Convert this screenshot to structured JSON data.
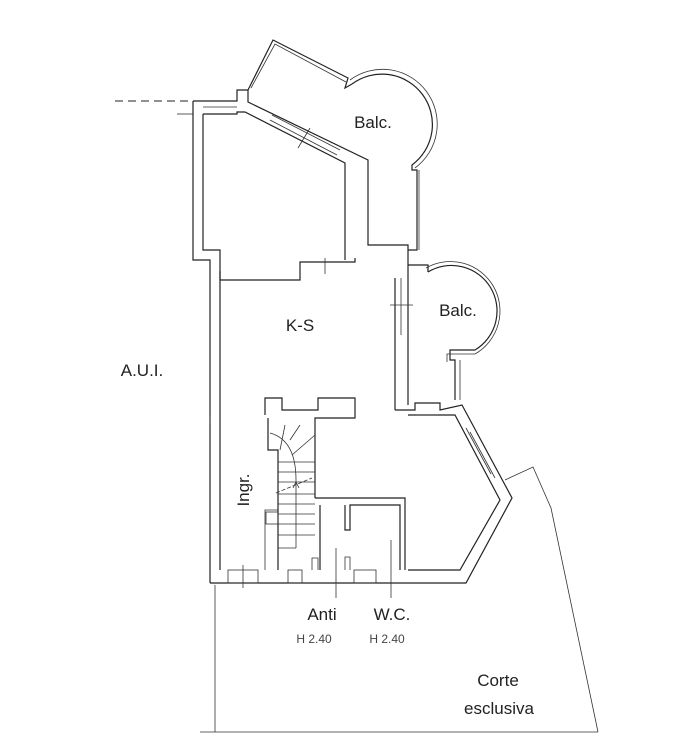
{
  "plan": {
    "labels": {
      "balcony_upper": "Balc.",
      "balcony_lower": "Balc.",
      "kitchen_living": "K-S",
      "aui": "A.U.I.",
      "entrance": "Ingr.",
      "anti": "Anti",
      "anti_height": "H 2.40",
      "wc": "W.C.",
      "wc_height": "H 2.40",
      "court_line1": "Corte",
      "court_line2": "esclusiva"
    }
  }
}
